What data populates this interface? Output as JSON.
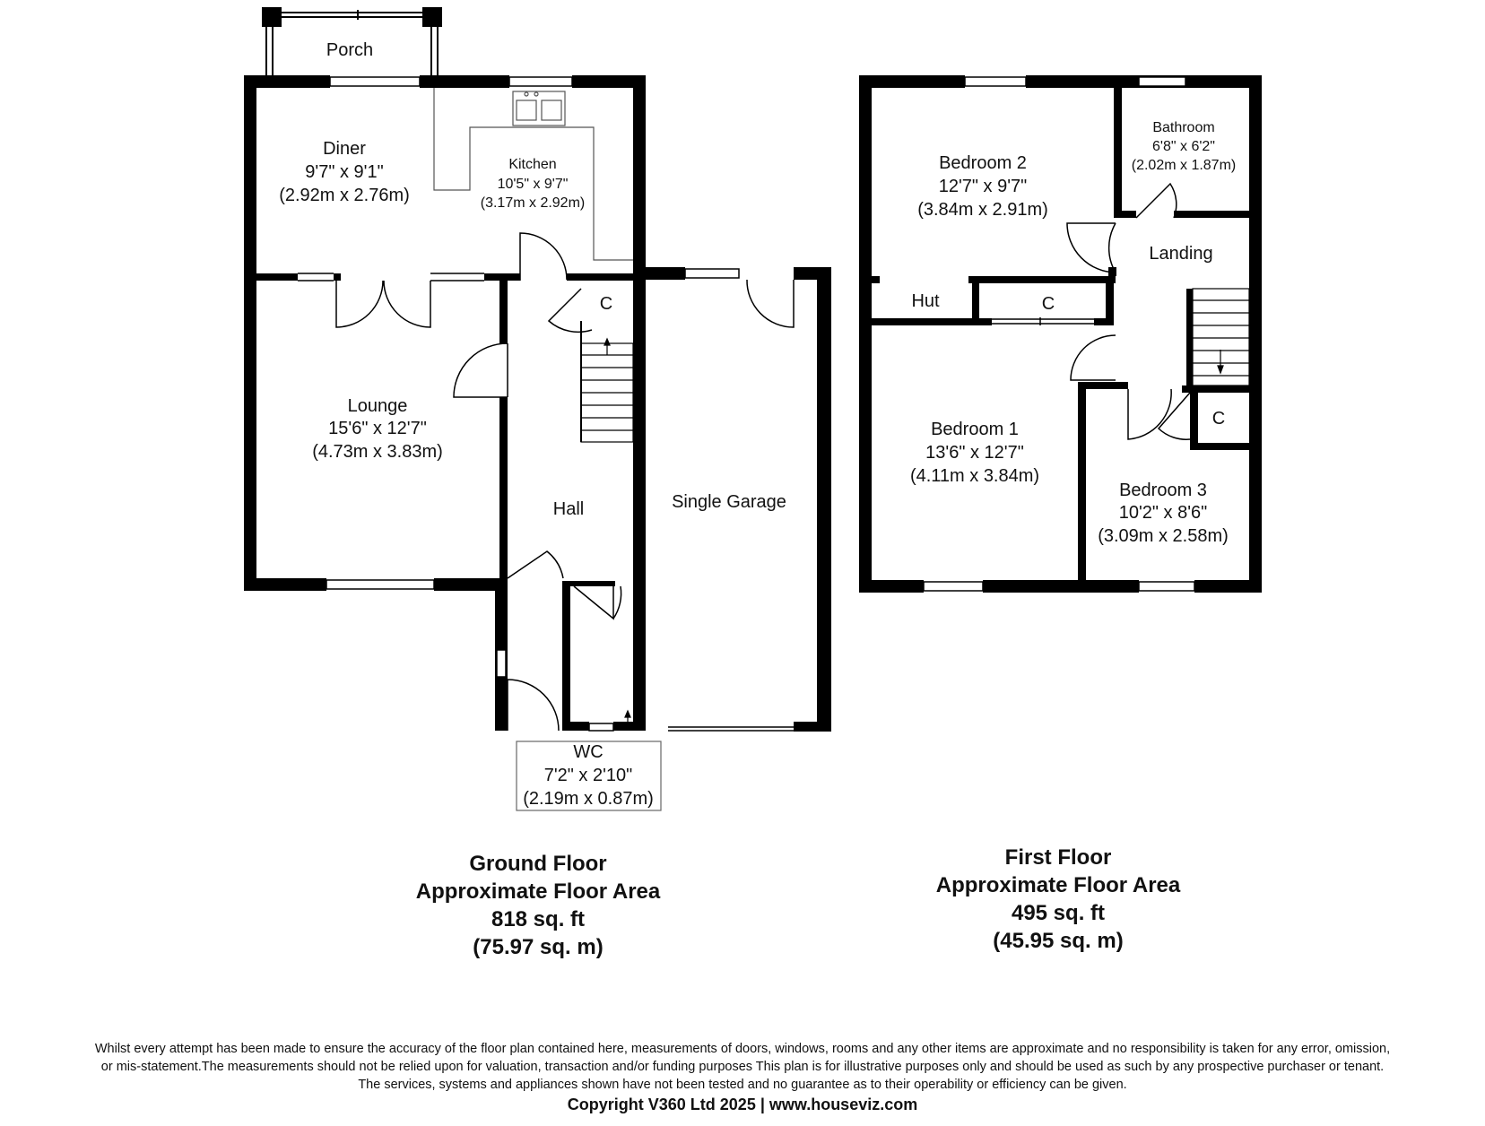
{
  "ground_floor": {
    "rooms": {
      "porch": {
        "name": "Porch"
      },
      "diner": {
        "name": "Diner",
        "imperial": "9'7\" x 9'1\"",
        "metric": "(2.92m x 2.76m)"
      },
      "kitchen": {
        "name": "Kitchen",
        "imperial": "10'5\" x 9'7\"",
        "metric": "(3.17m x 2.92m)"
      },
      "lounge": {
        "name": "Lounge",
        "imperial": "15'6\" x 12'7\"",
        "metric": "(4.73m x 3.83m)"
      },
      "hall": {
        "name": "Hall"
      },
      "cupboard": {
        "name": "C"
      },
      "garage": {
        "name": "Single Garage"
      },
      "wc": {
        "name": "WC",
        "imperial": "7'2\" x 2'10\"",
        "metric": "(2.19m x 0.87m)"
      }
    },
    "summary": {
      "title": "Ground Floor",
      "subtitle": "Approximate Floor Area",
      "area_sqft": "818 sq. ft",
      "area_sqm": "(75.97 sq. m)"
    }
  },
  "first_floor": {
    "rooms": {
      "bedroom2": {
        "name": "Bedroom 2",
        "imperial": "12'7\" x 9'7\"",
        "metric": "(3.84m x 2.91m)"
      },
      "bathroom": {
        "name": "Bathroom",
        "imperial": "6'8\" x 6'2\"",
        "metric": "(2.02m x 1.87m)"
      },
      "landing": {
        "name": "Landing"
      },
      "hut": {
        "name": "Hut"
      },
      "cupboard1": {
        "name": "C"
      },
      "cupboard2": {
        "name": "C"
      },
      "bedroom1": {
        "name": "Bedroom 1",
        "imperial": "13'6\" x 12'7\"",
        "metric": "(4.11m x 3.84m)"
      },
      "bedroom3": {
        "name": "Bedroom 3",
        "imperial": "10'2\" x 8'6\"",
        "metric": "(3.09m x 2.58m)"
      }
    },
    "summary": {
      "title": "First Floor",
      "subtitle": "Approximate Floor Area",
      "area_sqft": "495 sq. ft",
      "area_sqm": "(45.95 sq. m)"
    }
  },
  "disclaimer": {
    "line1": "Whilst every attempt has been made to ensure the accuracy of the floor plan contained here, measurements of doors, windows, rooms and any other items are approximate and no responsibility is taken for any error, omission,",
    "line2": "or mis-statement.The measurements should not be relied upon for valuation, transaction and/or funding purposes This plan is for illustrative purposes only and should be used as such by any prospective purchaser or tenant.",
    "line3": "The services, systems and appliances shown have not been tested and no guarantee as to their operability or efficiency can be given.",
    "copyright": "Copyright V360 Ltd 2025 | www.houseviz.com"
  }
}
